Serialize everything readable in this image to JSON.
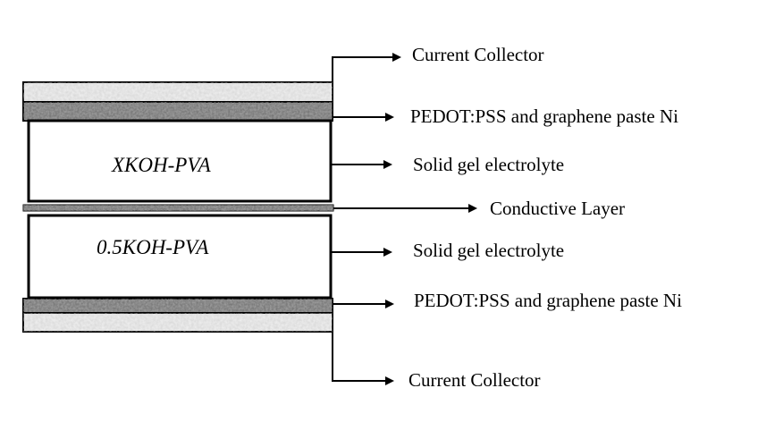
{
  "layers": {
    "top_current_collector": "Current Collector",
    "top_paste": "PEDOT:PSS and graphene paste Ni",
    "top_electrolyte_label": "Solid gel electrolyte",
    "top_electrolyte_name": "XKOH-PVA",
    "conductive_layer": "Conductive Layer",
    "bottom_electrolyte_label": "Solid gel electrolyte",
    "bottom_electrolyte_name": "0.5KOH-PVA",
    "bottom_paste": "PEDOT:PSS and graphene paste Ni",
    "bottom_current_collector": "Current Collector"
  }
}
